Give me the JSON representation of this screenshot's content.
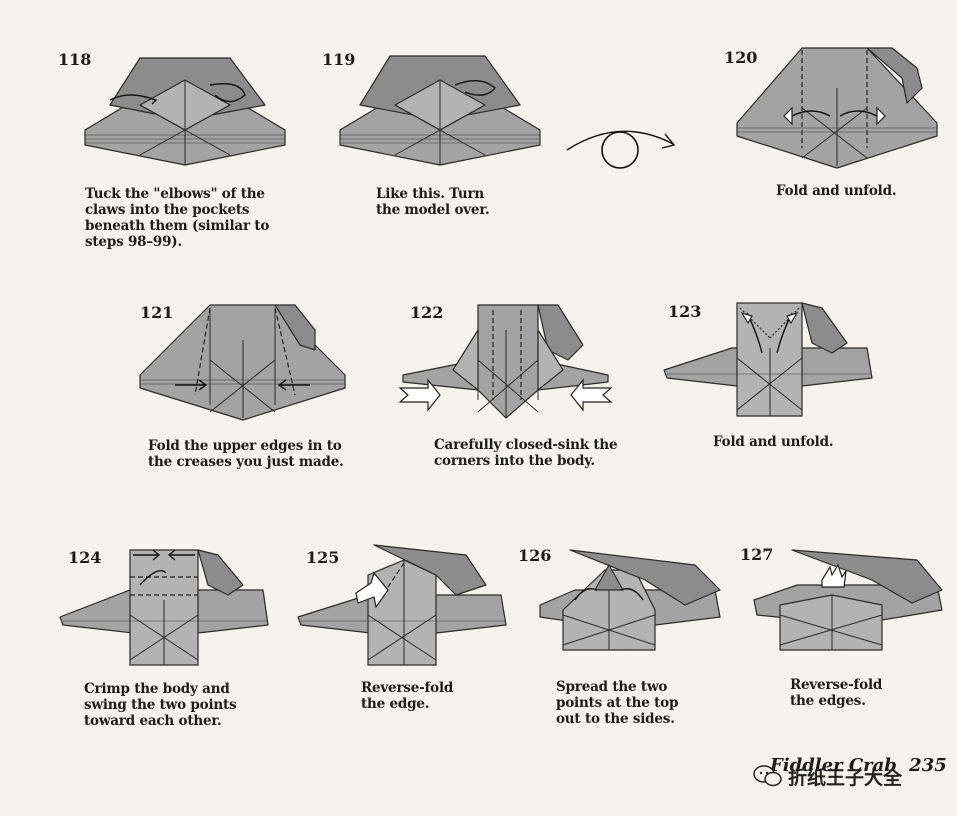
{
  "steps": [
    {
      "number": "118",
      "caption": "Tuck the \"elbows\" of the\nclaws into the pockets\nbeneath them (similar to\nsteps 98–99)."
    },
    {
      "number": "119",
      "caption": "Like this. Turn\nthe model over."
    },
    {
      "number": "120",
      "caption": "Fold and unfold."
    },
    {
      "number": "121",
      "caption": "Fold the upper edges in to\nthe creases you just made."
    },
    {
      "number": "122",
      "caption": "Carefully closed-sink the\ncorners into the body."
    },
    {
      "number": "123",
      "caption": "Fold and unfold."
    },
    {
      "number": "124",
      "caption": "Crimp the body and\nswing the two points\ntoward each other."
    },
    {
      "number": "125",
      "caption": "Reverse-fold\nthe edge."
    },
    {
      "number": "126",
      "caption": "Spread the two\npoints at the top\nout to the sides."
    },
    {
      "number": "127",
      "caption": "Reverse-fold\nthe edges."
    }
  ],
  "footer": {
    "title": "Fiddler Crab",
    "page_number": "235"
  },
  "watermark": {
    "text": "折纸王子大全"
  }
}
